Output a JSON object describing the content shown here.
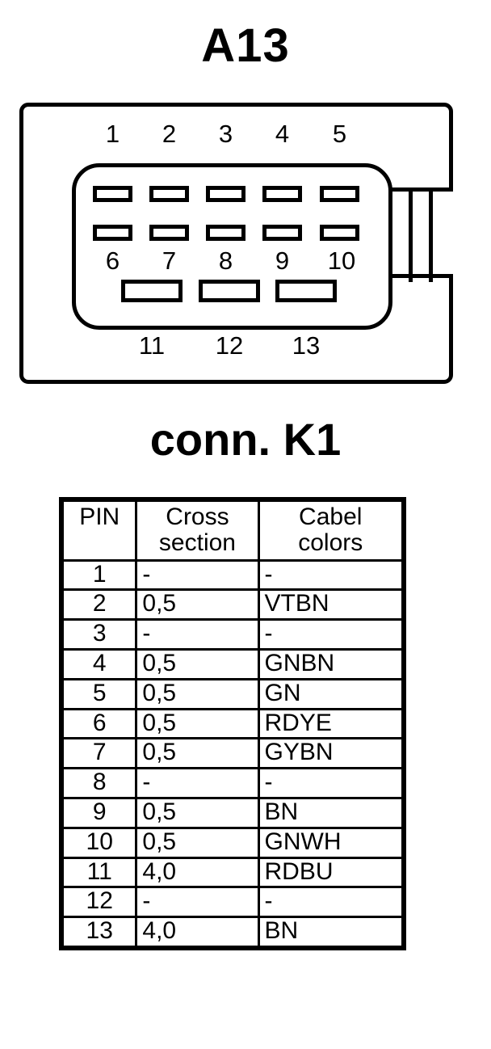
{
  "titles": {
    "main": "A13",
    "sub": "conn. K1"
  },
  "connector": {
    "name": "A13",
    "pin_labels_top": [
      "1",
      "2",
      "3",
      "4",
      "5"
    ],
    "pin_labels_middle": [
      "6",
      "7",
      "8",
      "9",
      "10"
    ],
    "pin_labels_bottom": [
      "11",
      "12",
      "13"
    ],
    "colors": {
      "line": "#000000",
      "background": "#ffffff"
    }
  },
  "table": {
    "headers": {
      "pin": "PIN",
      "cross_section_line1": "Cross",
      "cross_section_line2": "section",
      "cable_colors_line1": "Cabel",
      "cable_colors_line2": "colors"
    },
    "rows": [
      {
        "pin": "1",
        "cross_section": "-",
        "cable_color": "-"
      },
      {
        "pin": "2",
        "cross_section": "0,5",
        "cable_color": "VTBN"
      },
      {
        "pin": "3",
        "cross_section": "-",
        "cable_color": "-"
      },
      {
        "pin": "4",
        "cross_section": "0,5",
        "cable_color": "GNBN"
      },
      {
        "pin": "5",
        "cross_section": "0,5",
        "cable_color": "GN"
      },
      {
        "pin": "6",
        "cross_section": "0,5",
        "cable_color": "RDYE"
      },
      {
        "pin": "7",
        "cross_section": "0,5",
        "cable_color": "GYBN"
      },
      {
        "pin": "8",
        "cross_section": "-",
        "cable_color": "-"
      },
      {
        "pin": "9",
        "cross_section": "0,5",
        "cable_color": "BN"
      },
      {
        "pin": "10",
        "cross_section": "0,5",
        "cable_color": "GNWH"
      },
      {
        "pin": "11",
        "cross_section": "4,0",
        "cable_color": "RDBU"
      },
      {
        "pin": "12",
        "cross_section": "-",
        "cable_color": "-"
      },
      {
        "pin": "13",
        "cross_section": "4,0",
        "cable_color": "BN"
      }
    ]
  }
}
